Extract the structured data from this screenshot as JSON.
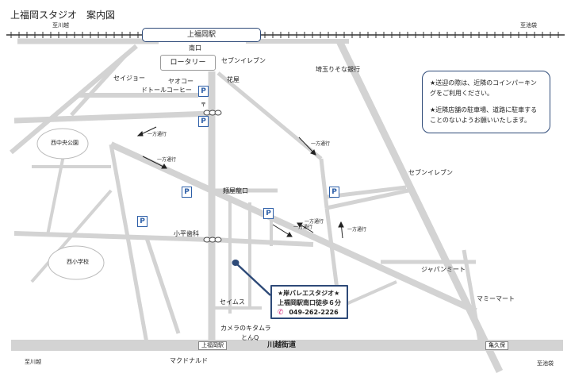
{
  "title": "上福岡スタジオ　案内図",
  "station": {
    "name": "上福岡駅",
    "exit": "南口",
    "rotary": "ロータリー",
    "direction_left": "至川越",
    "direction_right": "至池袋"
  },
  "highway": {
    "name": "川越街道",
    "station_label": "上福岡駅",
    "direction_left": "至川越",
    "direction_right": "至池袋",
    "junction": "亀久保"
  },
  "notice": {
    "line1": "★送迎の際は、近隣のコインパーキングをご利用ください。",
    "line2": "★近隣店舗の駐車場、道路に駐車することのないようお願いいたします。"
  },
  "studio": {
    "name": "★岸バレエスタジオ★",
    "access": "上福岡駅南口徒歩６分",
    "phone": "049-262-2226"
  },
  "landmarks": {
    "seven_eleven_1": "セブンイレブン",
    "hanaya": "花屋",
    "saitama_resona": "埼玉りそな銀行",
    "seijo": "セイジョー",
    "yaoko": "ヤオコー",
    "doutor": "ドトールコーヒー",
    "post_mark": "〒",
    "nishi_chuo_park": "西中央公園",
    "seven_eleven_2": "セブンイレブン",
    "menya_ryu": "麺屋龍口",
    "kodaira_dental": "小平歯科",
    "nishi_elementary": "西小学校",
    "japan_meat": "ジャパンミート",
    "mammy_mart": "マミーマート",
    "seimusu": "セイムス",
    "camera_kitamura": "カメラのキタムラ",
    "tonq": "とんQ",
    "mcdonalds": "マクドナルド"
  },
  "one_way": {
    "label_1": "一方通行",
    "label_2": "一方通行",
    "label_3": "一方通行",
    "label_4": "一方通行",
    "label_5": "一方通行",
    "label_6": "一方通行"
  },
  "parking": {
    "label": "P"
  },
  "colors": {
    "road": "#d3d3d3",
    "frame": "#2e4a78",
    "route": "#2e4a78",
    "parking": "#2d5fa8",
    "phone_icon": "#d63384"
  }
}
